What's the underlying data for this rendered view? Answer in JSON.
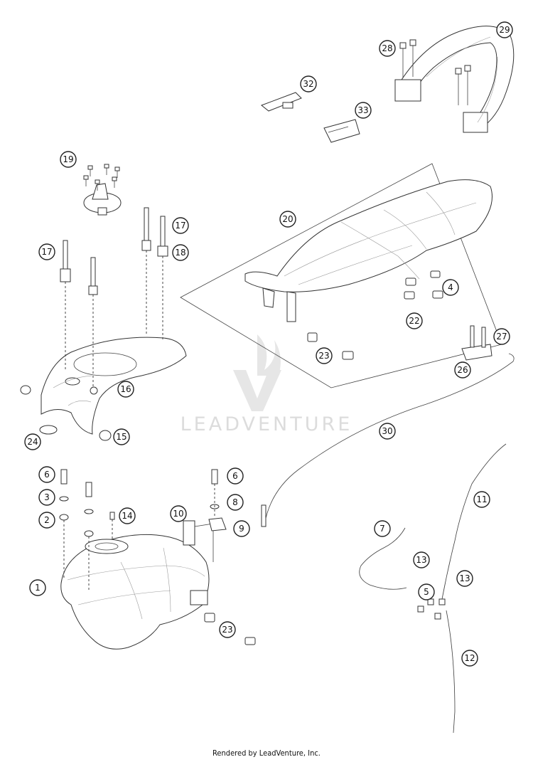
{
  "diagram": {
    "callouts": [
      "1",
      "2",
      "3",
      "4",
      "5",
      "6",
      "6",
      "7",
      "8",
      "9",
      "10",
      "11",
      "12",
      "13",
      "13",
      "14",
      "15",
      "16",
      "17",
      "17",
      "18",
      "19",
      "20",
      "22",
      "23",
      "23",
      "24",
      "26",
      "27",
      "28",
      "29",
      "30",
      "32",
      "33"
    ]
  },
  "watermark": {
    "text": "LEADVENTURE"
  },
  "footer": {
    "text": "Rendered by LeadVenture, Inc."
  }
}
